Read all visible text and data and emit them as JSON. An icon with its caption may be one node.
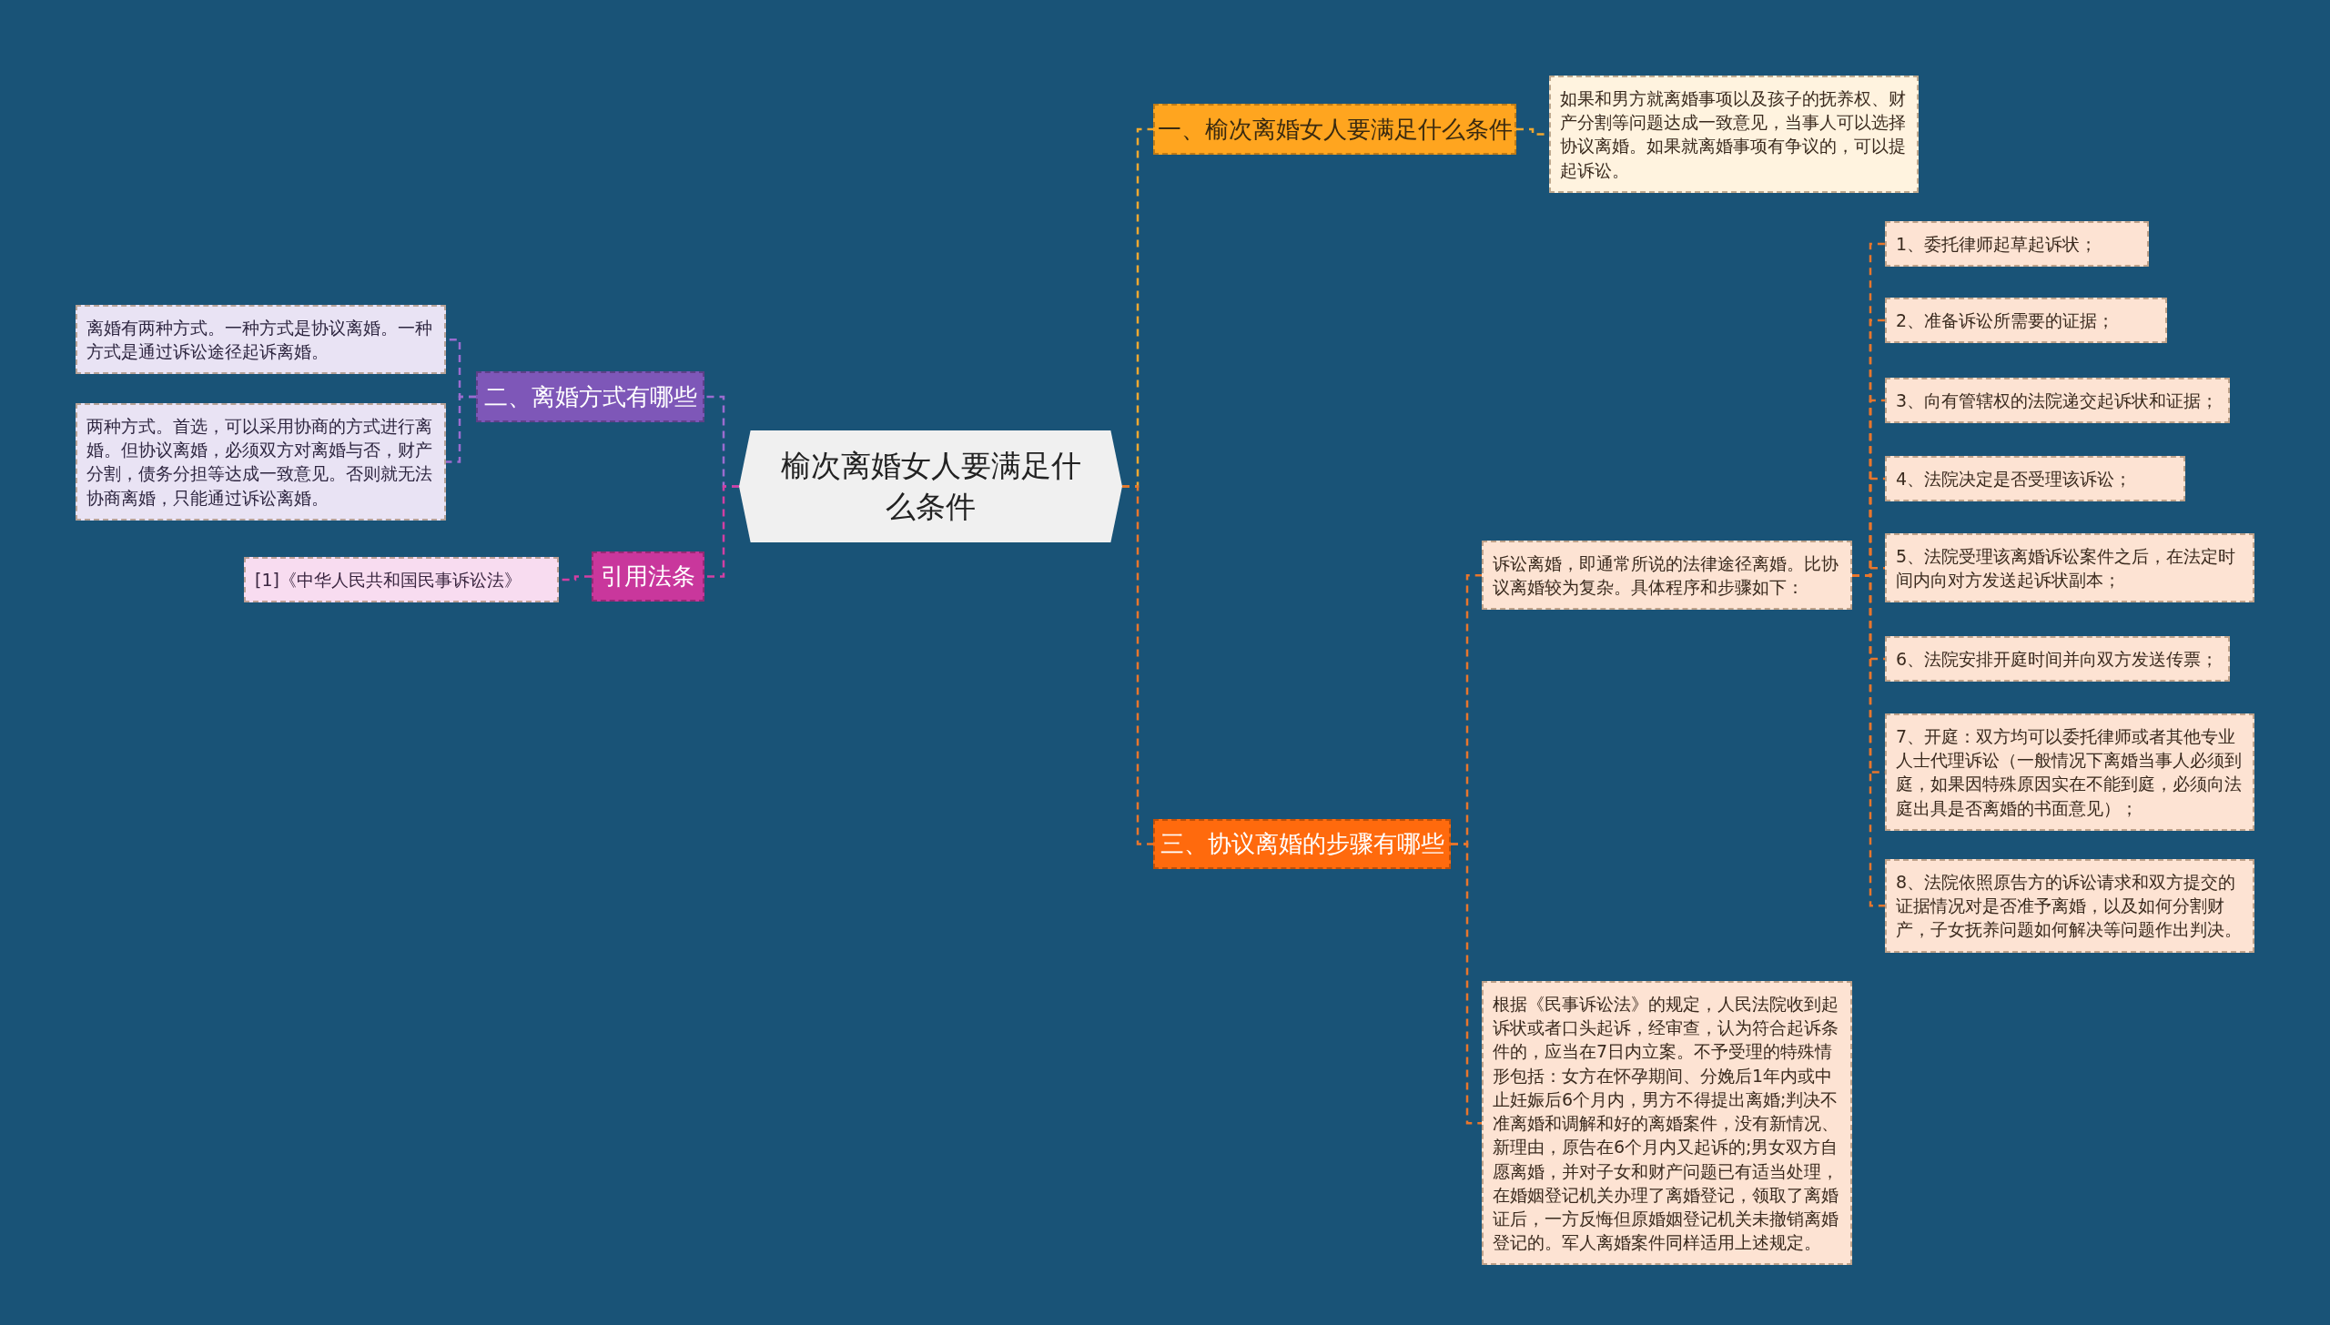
{
  "diagram": {
    "nodes": [
      {
        "text": [
          "榆次离婚女人要满足什么条件"
        ]
      },
      {
        "text": [
          "一、榆次离婚女人要满足什么条件"
        ]
      },
      {
        "text": [
          "如果和男方就离婚事项以及孩子的抚养权、财产分割等问题达成一致意见，当事人可以选择协议离婚。如果就离婚事项有争议的，可以提起诉讼。"
        ]
      },
      {
        "text": [
          "二、离婚方式有哪些"
        ]
      },
      {
        "text": [
          "离婚有两种方式。一种方式是协议离婚。一种方式是通过诉讼途径起诉离婚。"
        ]
      },
      {
        "text": [
          "两种方式。首选，可以采用协商的方式进行离婚。但协议离婚，必须双方对离婚与否，财产分割，债务分担等达成一致意见。否则就无法协商离婚，只能通过诉讼离婚。"
        ]
      },
      {
        "text": [
          "引用法条"
        ]
      },
      {
        "text": [
          "[1]《中华人民共和国民事诉讼法》"
        ]
      },
      {
        "text": [
          "三、协议离婚的步骤有哪些"
        ]
      },
      {
        "text": [
          "诉讼离婚，即通常所说的法律途径离婚。比协议离婚较为复杂。具体程序和步骤如下："
        ]
      },
      {
        "text": [
          "1、委托律师起草起诉状；"
        ]
      },
      {
        "text": [
          "2、准备诉讼所需要的证据；"
        ]
      },
      {
        "text": [
          "3、向有管辖权的法院递交起诉状和证据；"
        ]
      },
      {
        "text": [
          "4、法院决定是否受理该诉讼；"
        ]
      },
      {
        "text": [
          "5、法院受理该离婚诉讼案件之后，在法定时间内向对方发送起诉状副本；"
        ]
      },
      {
        "text": [
          "6、法院安排开庭时间并向双方发送传票；"
        ]
      },
      {
        "text": [
          "7、开庭：双方均可以委托律师或者其他专业人士代理诉讼（一般情况下离婚当事人必须到庭，如果因特殊原因实在不能到庭，必须向法庭出具是否离婚的书面意见）；"
        ]
      },
      {
        "text": [
          "8、法院依照原告方的诉讼请求和双方提交的证据情况对是否准予离婚，以及如何分割财产，子女抚养问题如何解决等问题作出判决。"
        ]
      },
      {
        "text": [
          "根据《民事诉讼法》的规定，人民法院收到起诉状或者口头起诉，经审查，认为符合起诉条件的，应当在7日内立案。不予受理的特殊情形包括：女方在怀孕期间、分娩后1年内或中止妊娠后6个月内，男方不得提出离婚;判决不准离婚和调解和好的离婚案件，没有新情况、新理由，原告在6个月内又起诉的;男女双方自愿离婚，并对子女和财产问题已有适当处理，在婚姻登记机关办理了离婚登记，领取了离婚证后，一方反悔但原婚姻登记机关未撤销离婚登记的。军人离婚案件同样适用上述规定。"
        ]
      }
    ],
    "edges": [
      {
        "from": 0,
        "to": 1,
        "arrow": "none",
        "color": "#f0a830"
      },
      {
        "from": 1,
        "to": 2,
        "arrow": "none",
        "color": "#f0a830"
      },
      {
        "from": 0,
        "to": 3,
        "arrow": "none",
        "color": "#9b6ccf"
      },
      {
        "from": 3,
        "to": 4,
        "arrow": "none",
        "color": "#9b6ccf"
      },
      {
        "from": 3,
        "to": 5,
        "arrow": "none",
        "color": "#9b6ccf"
      },
      {
        "from": 0,
        "to": 6,
        "arrow": "none",
        "color": "#d23fa3"
      },
      {
        "from": 6,
        "to": 7,
        "arrow": "none",
        "color": "#d23fa3"
      },
      {
        "from": 0,
        "to": 8,
        "arrow": "none"
      },
      {
        "from": 8,
        "to": 9,
        "arrow": "none"
      },
      {
        "from": 8,
        "to": 18,
        "arrow": "none"
      },
      {
        "from": 9,
        "to": 10,
        "arrow": "none"
      },
      {
        "from": 9,
        "to": 11,
        "arrow": "none"
      },
      {
        "from": 9,
        "to": 12,
        "arrow": "none"
      },
      {
        "from": 9,
        "to": 13,
        "arrow": "none"
      },
      {
        "from": 9,
        "to": 14,
        "arrow": "none"
      },
      {
        "from": 9,
        "to": 15,
        "arrow": "none"
      },
      {
        "from": 9,
        "to": 16,
        "arrow": "none"
      },
      {
        "from": 9,
        "to": 17,
        "arrow": "none"
      }
    ]
  }
}
